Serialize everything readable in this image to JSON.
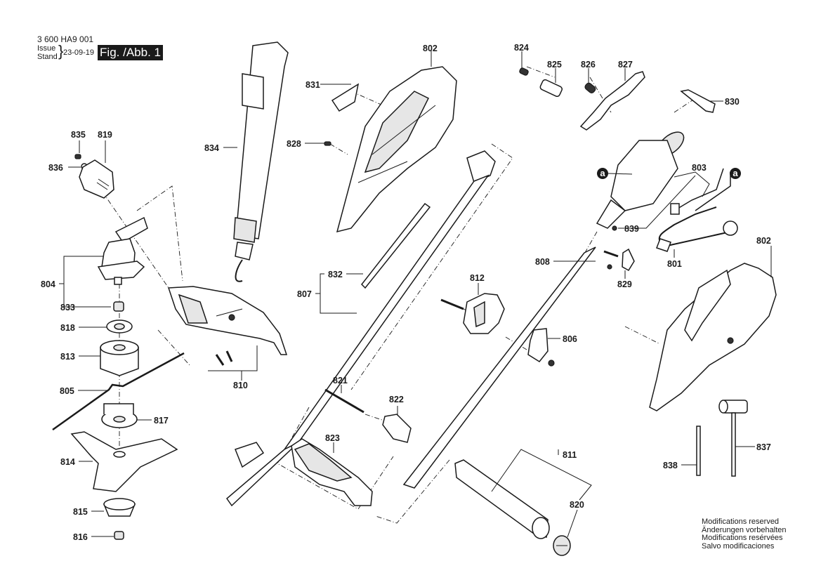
{
  "header": {
    "document_code": "3 600 HA9 001",
    "issue_label_line1": "Issue",
    "issue_label_line2": "Stand",
    "issue_date": "23-09-19",
    "figure_label": "Fig. /Abb. 1"
  },
  "notes": [
    "Modifications reserved",
    "Änderungen vorbehalten",
    "Modifications resérvées",
    "Salvo modificaciones"
  ],
  "callouts": {
    "connection_marker": "a"
  },
  "parts": {
    "p801": "801",
    "p802a": "802",
    "p802b": "802",
    "p803": "803",
    "p804": "804",
    "p805": "805",
    "p806": "806",
    "p807": "807",
    "p808": "808",
    "p810": "810",
    "p811": "811",
    "p812": "812",
    "p813": "813",
    "p814": "814",
    "p815": "815",
    "p816": "816",
    "p817": "817",
    "p818": "818",
    "p819": "819",
    "p820": "820",
    "p821": "821",
    "p822": "822",
    "p823": "823",
    "p824": "824",
    "p825": "825",
    "p826": "826",
    "p827": "827",
    "p828": "828",
    "p829": "829",
    "p830": "830",
    "p831": "831",
    "p832": "832",
    "p833": "833",
    "p834": "834",
    "p835": "835",
    "p836": "836",
    "p837": "837",
    "p838": "838",
    "p839": "839"
  }
}
